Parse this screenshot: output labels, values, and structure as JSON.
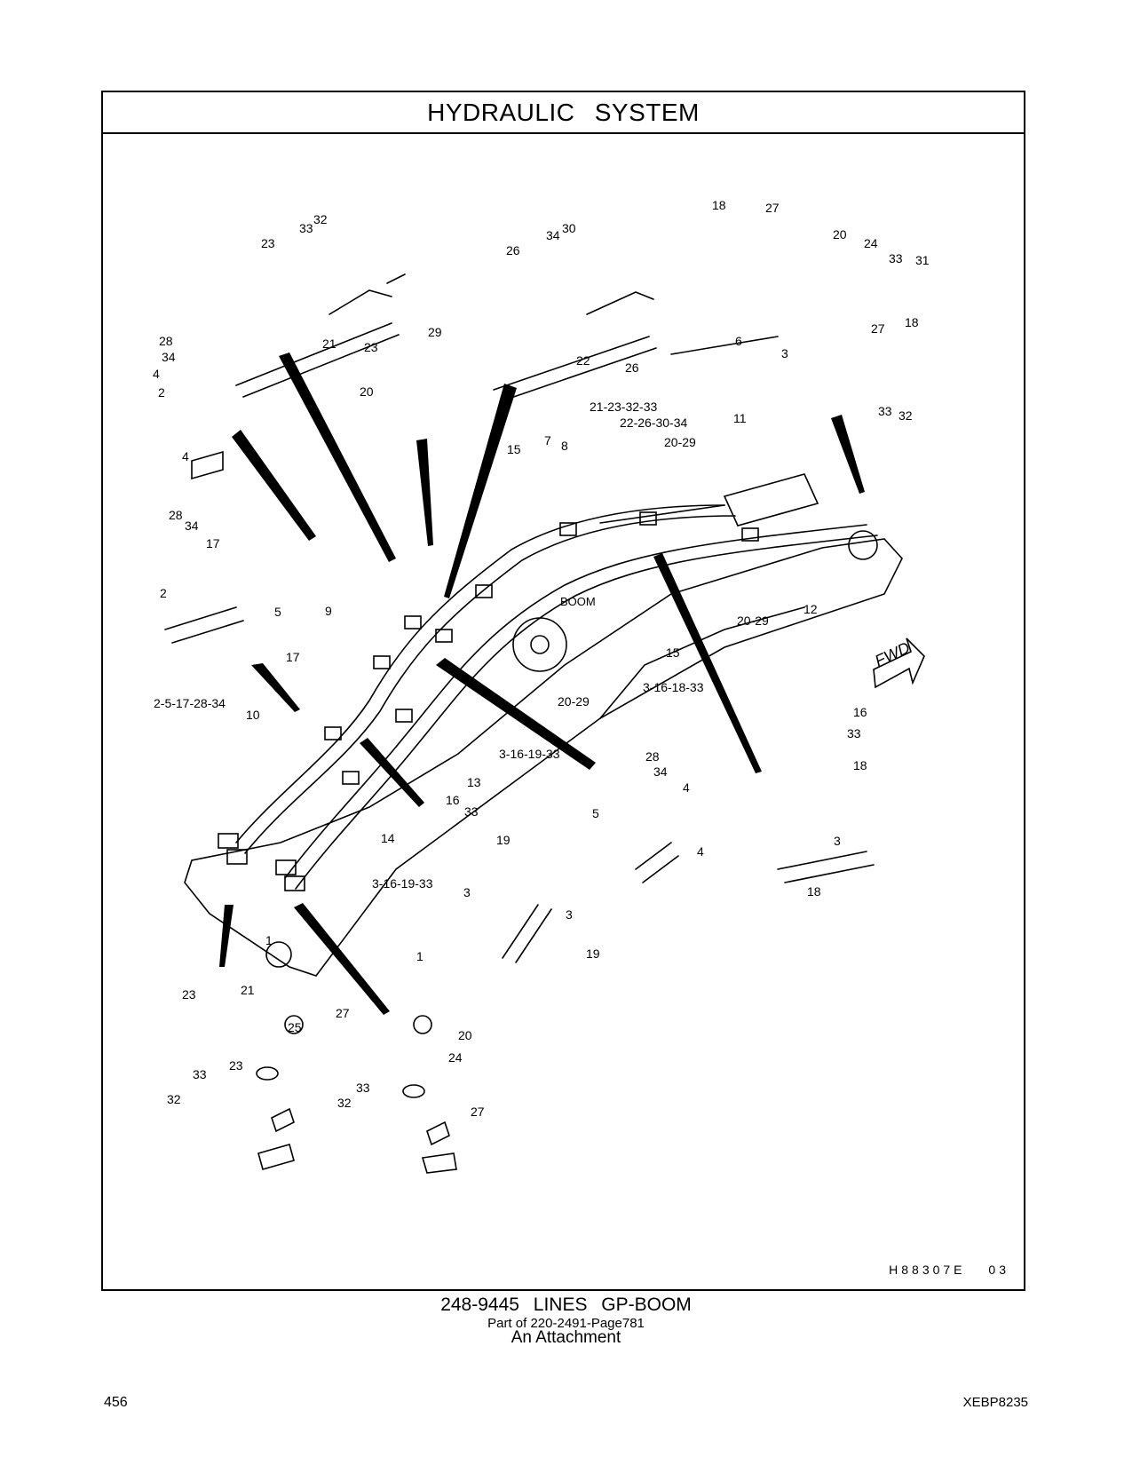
{
  "header": {
    "title": "HYDRAULIC SYSTEM"
  },
  "figure": {
    "reference": "H88307E",
    "revision": "03",
    "boom_label": "BOOM",
    "fwd_label": "FWD",
    "callouts": [
      "32",
      "33",
      "23",
      "21",
      "23",
      "34",
      "30",
      "26",
      "22",
      "26",
      "29",
      "20",
      "18",
      "27",
      "20",
      "24",
      "33",
      "31",
      "6",
      "3",
      "27",
      "18",
      "33",
      "32",
      "28",
      "34",
      "4",
      "2",
      "4",
      "21-23-32-33",
      "22-26-30-34",
      "20-29",
      "11",
      "15",
      "7",
      "8",
      "28",
      "34",
      "17",
      "2",
      "5",
      "17",
      "9",
      "20-29",
      "15",
      "3-16-18-33",
      "20-29",
      "12",
      "2-5-17-28-34",
      "10",
      "3-16-19-33",
      "13",
      "14",
      "3-16-19-33",
      "16",
      "33",
      "19",
      "3",
      "3",
      "19",
      "28",
      "34",
      "4",
      "5",
      "4",
      "16",
      "33",
      "18",
      "3",
      "18",
      "1",
      "21",
      "25",
      "23",
      "33",
      "32",
      "23",
      "1",
      "20",
      "24",
      "27",
      "33",
      "32",
      "27"
    ]
  },
  "caption": {
    "line1": "248-9445 LINES GP-BOOM",
    "line2": "Part of 220-2491-Page781",
    "line3": "An Attachment"
  },
  "footer": {
    "page_number": "456",
    "doc_id": "XEBP8235"
  }
}
